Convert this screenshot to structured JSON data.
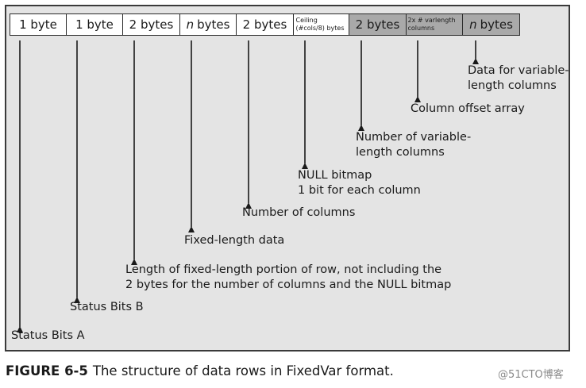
{
  "cells": [
    {
      "label": "1 byte"
    },
    {
      "label": "1 byte"
    },
    {
      "label": "2 bytes"
    },
    {
      "prefix": "n",
      "label": "bytes"
    },
    {
      "label": "2 bytes"
    },
    {
      "line1": "Ceiling",
      "line2": "(#cols/8) bytes"
    },
    {
      "label": "2 bytes"
    },
    {
      "line1": "2x # varlength",
      "line2": "columns"
    },
    {
      "prefix": "n",
      "label": "bytes"
    }
  ],
  "labels": {
    "status_a": "Status Bits A",
    "status_b": "Status Bits B",
    "fixed_length_1": "Length of fixed-length portion of row, not including the",
    "fixed_length_2": "2 bytes for the number of columns and the NULL bitmap",
    "fixed_data": "Fixed-length data",
    "num_columns": "Number of columns",
    "null_bitmap_1": "NULL bitmap",
    "null_bitmap_2": "1 bit for each column",
    "num_var_1": "Number of variable-",
    "num_var_2": "length columns",
    "offset_array": "Column offset array",
    "var_data_1": "Data for variable-",
    "var_data_2": "length columns"
  },
  "caption": {
    "figure": "FIGURE 6-5",
    "text": "The structure of data rows in FixedVar format."
  },
  "credit": "@51CTO博客",
  "colors": {
    "panel": "#e4e4e4",
    "fixed_cell": "#ffffff",
    "variable_cell": "#a9a9a9",
    "line": "#1a1a1a"
  }
}
